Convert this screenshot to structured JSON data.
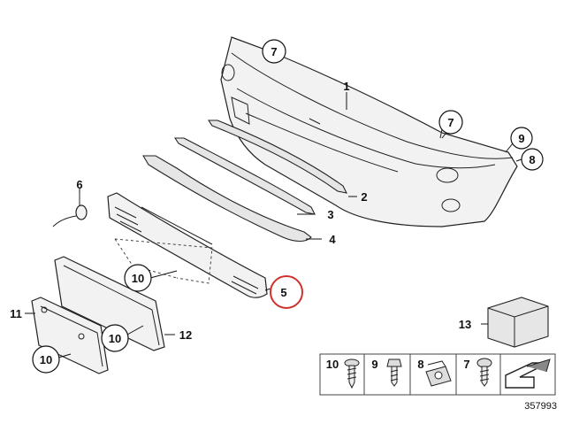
{
  "callouts": {
    "c1": "1",
    "c2": "2",
    "c3": "3",
    "c4": "4",
    "c5": "5",
    "c6": "6",
    "c7a": "7",
    "c7b": "7",
    "c8": "8",
    "c9": "9",
    "c10a": "10",
    "c10b": "10",
    "c10c": "10",
    "c11": "11",
    "c12": "12",
    "c13": "13"
  },
  "legend": {
    "l10": "10",
    "l9": "9",
    "l8": "8",
    "l7": "7"
  },
  "diagram_id": "357993",
  "highlight_color": "#d0312d"
}
